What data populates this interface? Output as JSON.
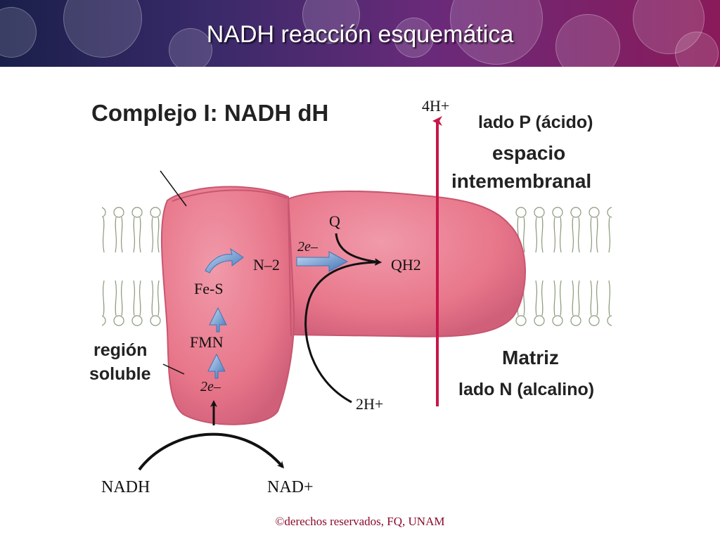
{
  "slide": {
    "title": "NADH reacción esquemática",
    "footer": "©derechos reservados, FQ, UNAM"
  },
  "figure": {
    "heading": "Complejo I: NADH dH",
    "side_p": "lado P (ácido)",
    "space_line1": "espacio",
    "space_line2": "intemembranal",
    "matrix": "Matriz",
    "side_n": "lado N (alcalino)",
    "region_line1": "región",
    "region_line2": "soluble",
    "carriers": {
      "n2": "N–2",
      "fes": "Fe-S",
      "fmn": "FMN"
    },
    "electrons_top": "2e–",
    "electrons_bottom": "2e–",
    "quinone": "Q",
    "quinol": "QH2",
    "protons_out": "4H+",
    "protons_in": "2H+",
    "nadh": "NADH",
    "nad": "NAD+"
  },
  "colors": {
    "protein": "#e8768a",
    "protein_dark": "#c85670",
    "proton_arrow": "#c8164a",
    "electron_arrow": "#4f86c6",
    "membrane": "#ffffff",
    "copyright": "#8a0a2a"
  }
}
